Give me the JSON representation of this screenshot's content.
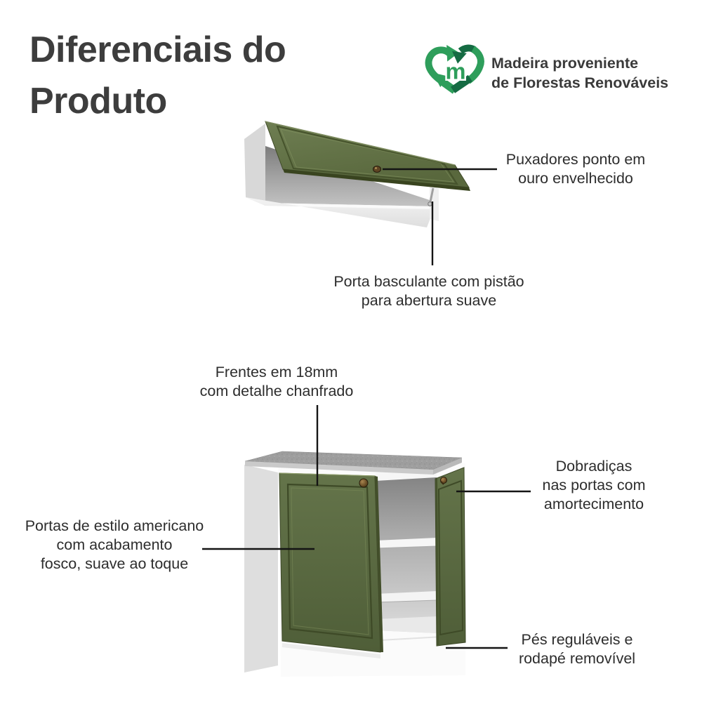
{
  "title": {
    "line1": "Diferenciais do",
    "line2": "Produto"
  },
  "eco_badge": {
    "icon": "recycle-heart-icon",
    "letter": "m",
    "line1": "Madeira proveniente",
    "line2": "de Florestas Renováveis"
  },
  "callouts": {
    "handles": {
      "line1": "Puxadores ponto em",
      "line2": "ouro envelhecido"
    },
    "flip_door": {
      "line1": "Porta basculante com pistão",
      "line2": "para abertura suave"
    },
    "fronts": {
      "line1": "Frentes em 18mm",
      "line2": "com detalhe chanfrado"
    },
    "hinges": {
      "line1": "Dobradiças",
      "line2": "nas portas com",
      "line3": "amortecimento"
    },
    "doors": {
      "line1": "Portas de estilo americano",
      "line2": "com acabamento",
      "line3": "fosco, suave ao toque"
    },
    "feet": {
      "line1": "Pés reguláveis e",
      "line2": "rodapé removível"
    }
  },
  "colors": {
    "title_text": "#3d3d3d",
    "callout_text": "#2d2d2d",
    "callout_line": "#141414",
    "door_green": "#5d6c41",
    "door_green_dark": "#3e4926",
    "countertop_gray": "#9e9e9e",
    "countertop_edge": "#cacaca",
    "cabinet_white": "#fbfbfb",
    "knob_bronze": "#7a5c31",
    "logo_green": "#2e9e5b",
    "logo_green_dark": "#156b43"
  }
}
